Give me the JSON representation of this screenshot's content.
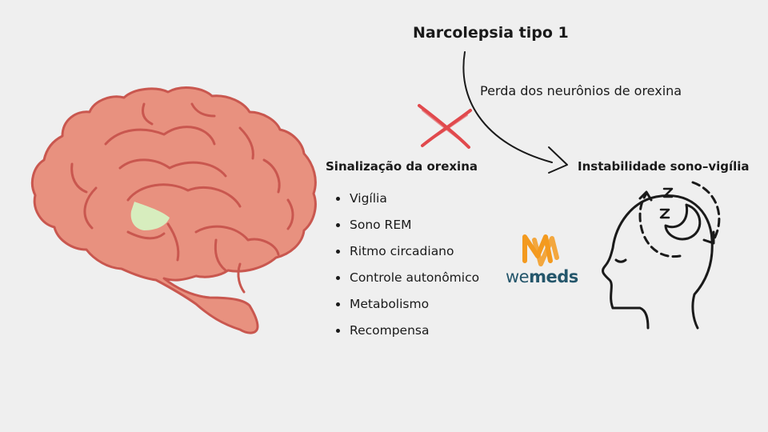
{
  "title": "Narcolepsia tipo 1",
  "arrow_label": "Perda dos neurônios de orexina",
  "signaling": {
    "heading": "Sinalização da orexina",
    "items": [
      "Vigília",
      "Sono REM",
      "Ritmo circadiano",
      "Controle autonômico",
      "Metabolismo",
      "Recompensa"
    ]
  },
  "instability_heading": "Instabilidade sono–vigília",
  "logo": {
    "part1": "we",
    "part2": "meds"
  },
  "colors": {
    "brain_fill": "#e8917f",
    "brain_stroke": "#c9574f",
    "hypothalamus": "#d7edbe",
    "cross": "#e0383c",
    "logo_orange": "#f39a1f",
    "logo_text": "#24566b"
  },
  "icons": [
    "brain-illustration",
    "cross-icon",
    "curved-arrow",
    "sleeping-head-icon",
    "moon-icon",
    "wemeds-logo"
  ]
}
